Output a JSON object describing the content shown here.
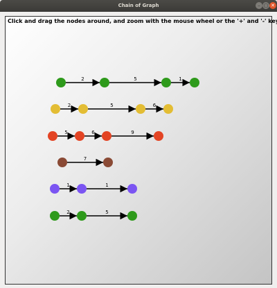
{
  "window": {
    "title": "Chain of Graph",
    "controls": {
      "minimize": "–",
      "maximize": "▢",
      "close": "✕"
    }
  },
  "canvas": {
    "instructions": "Click and drag the nodes around, and zoom with the mouse wheel or the '+' and '-' keys"
  },
  "colors": {
    "green": "#2e9a1b",
    "yellow": "#e3bd34",
    "red": "#e34424",
    "brown": "#8a4a35",
    "purple": "#7b55f2"
  },
  "chains": [
    {
      "color": "green",
      "nodes": 4,
      "weights": [
        "2",
        "5",
        "1"
      ]
    },
    {
      "color": "yellow",
      "nodes": 4,
      "weights": [
        "2",
        "5",
        "6"
      ]
    },
    {
      "color": "red",
      "nodes": 4,
      "weights": [
        "5",
        "6",
        "9"
      ]
    },
    {
      "color": "brown",
      "nodes": 2,
      "weights": [
        "7"
      ]
    },
    {
      "color": "purple",
      "nodes": 3,
      "weights": [
        "1",
        "1"
      ]
    },
    {
      "color": "green",
      "nodes": 3,
      "weights": [
        "2",
        "5"
      ]
    }
  ]
}
